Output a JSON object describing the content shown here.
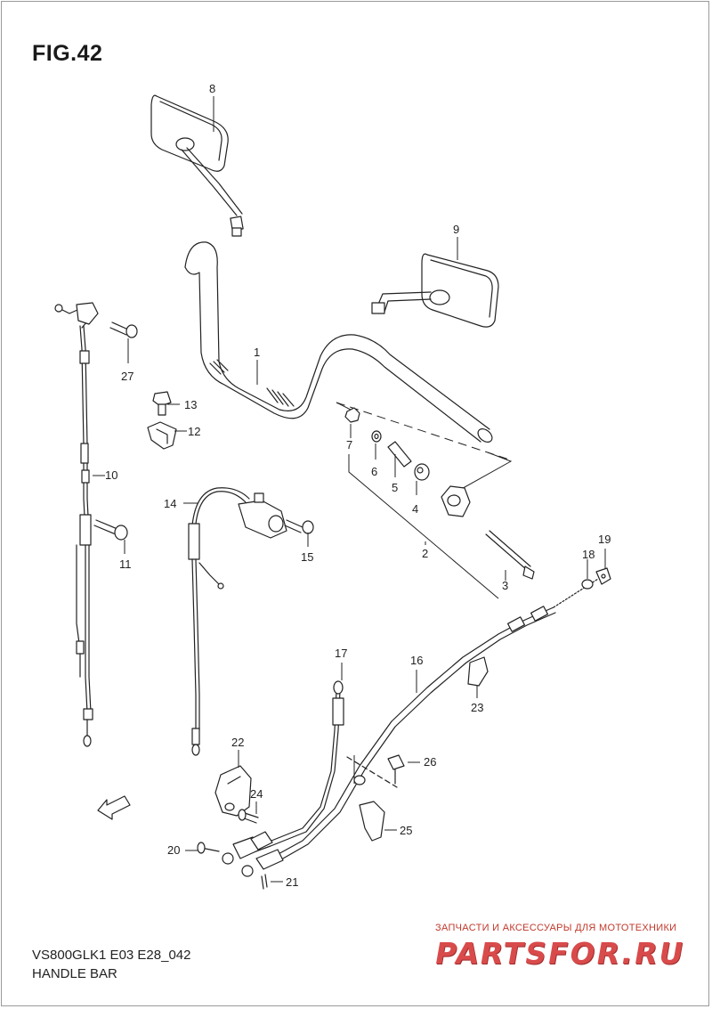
{
  "figure_title": "FIG.42",
  "model_code": "VS800GLK1 E03 E28_042",
  "section_name": "HANDLE BAR",
  "fwd_label": "FWD",
  "watermark": {
    "small": "ЗАПЧАСТИ И АКСЕССУАРЫ ДЛЯ МОТОТЕХНИКИ",
    "big": "PARTSFOR.RU"
  },
  "callouts": [
    "1",
    "2",
    "3",
    "4",
    "5",
    "6",
    "7",
    "8",
    "9",
    "10",
    "11",
    "12",
    "13",
    "14",
    "15",
    "16",
    "17",
    "18",
    "19",
    "20",
    "21",
    "22",
    "23",
    "24",
    "25",
    "26",
    "27"
  ],
  "colors": {
    "line": "#222222",
    "watermark": "#d94b4b"
  }
}
